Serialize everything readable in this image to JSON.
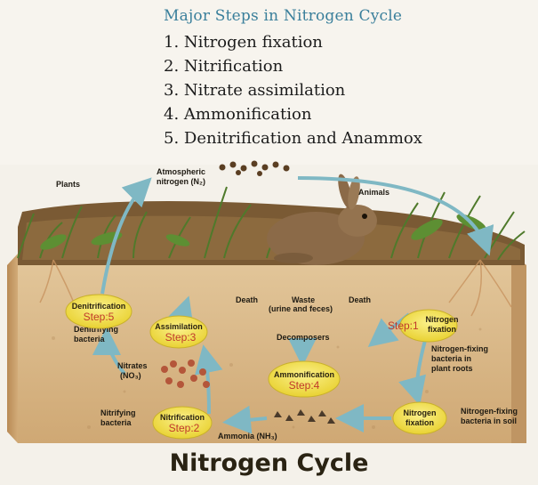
{
  "header": {
    "title": "Major Steps in Nitrogen Cycle",
    "steps": [
      "1. Nitrogen fixation",
      "2. Nitrification",
      "3. Nitrate assimilation",
      "4. Ammonification",
      "5. Denitrification and Anammox"
    ]
  },
  "diagram": {
    "plants": "Plants",
    "atmospheric_1": "Atmospheric",
    "atmospheric_2": "nitrogen (N₂)",
    "animals": "Animals",
    "death_left": "Death",
    "waste_1": "Waste",
    "waste_2": "(urine and feces)",
    "death_right": "Death",
    "decomposers": "Decomposers",
    "denitrifying_1": "Denitrifying",
    "denitrifying_2": "bacteria",
    "nitrates_1": "Nitrates",
    "nitrates_2": "(NO₃)",
    "nitrifying_1": "Nitrifying",
    "nitrifying_2": "bacteria",
    "ammonia": "Ammonia (NH₃)",
    "fixing_roots_1": "Nitrogen-fixing",
    "fixing_roots_2": "bacteria in",
    "fixing_roots_3": "plant roots",
    "fixing_soil_1": "Nitrogen-fixing",
    "fixing_soil_2": "bacteria in soil",
    "nodes": {
      "denitrification": {
        "label": "Denitrification",
        "step": "Step:5"
      },
      "assimilation": {
        "label": "Assimilation",
        "step": "Step:3"
      },
      "ammonification": {
        "label": "Ammonification",
        "step": "Step:4"
      },
      "nitrification": {
        "label": "Nitrification",
        "step": "Step:2"
      },
      "nitrogen_fixation_root": {
        "label_1": "Nitrogen",
        "label_2": "fixation",
        "step": "Step:1"
      },
      "nitrogen_fixation_soil": {
        "label_1": "Nitrogen",
        "label_2": "fixation"
      }
    }
  },
  "footer": {
    "title": "Nitrogen Cycle"
  },
  "colors": {
    "title_blue": "#3a7f9b",
    "step_red": "#c0392b",
    "oval_yellow": "#f3e24a",
    "arrow_teal": "#7fb8c4",
    "soil": "#d9b98a"
  }
}
